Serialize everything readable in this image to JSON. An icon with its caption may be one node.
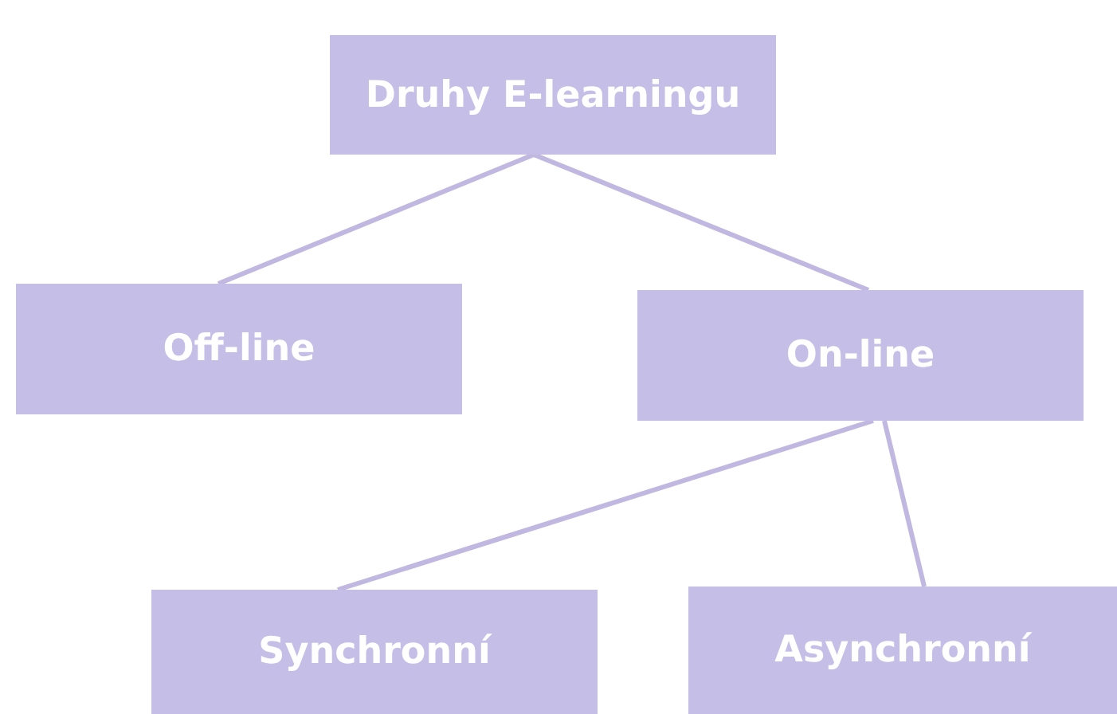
{
  "diagram": {
    "nodes": [
      {
        "text": [
          "Druhy E-learningu"
        ]
      },
      {
        "text": [
          "Off-line"
        ]
      },
      {
        "text": [
          "On-line"
        ]
      },
      {
        "text": [
          "Synchronní"
        ]
      },
      {
        "text": [
          "Asynchronní"
        ]
      }
    ],
    "edges": [
      {
        "from": 0,
        "to": 1,
        "arrow": "none"
      },
      {
        "from": 0,
        "to": 2,
        "arrow": "none"
      },
      {
        "from": 2,
        "to": 3,
        "arrow": "none"
      },
      {
        "from": 2,
        "to": 4,
        "arrow": "none"
      }
    ]
  }
}
